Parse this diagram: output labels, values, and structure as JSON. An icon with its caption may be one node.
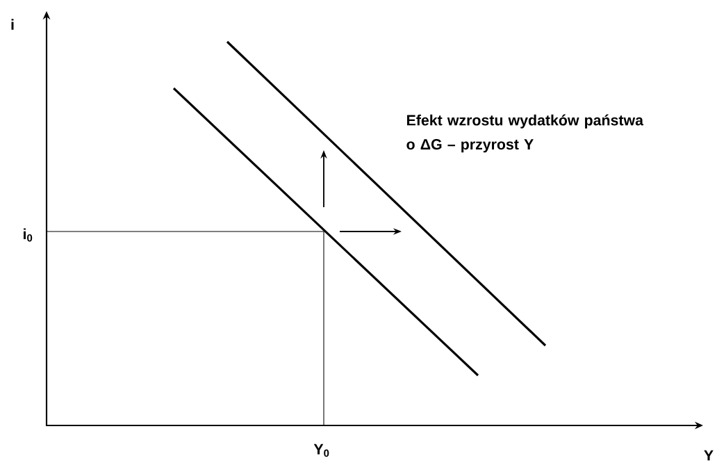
{
  "diagram": {
    "labels": [
      "i",
      "Efekt wzrostu wydatków państwa o ΔG – przyrost Y",
      "i$_{0}$",
      "Y",
      "Y$_{0}$"
    ]
  }
}
